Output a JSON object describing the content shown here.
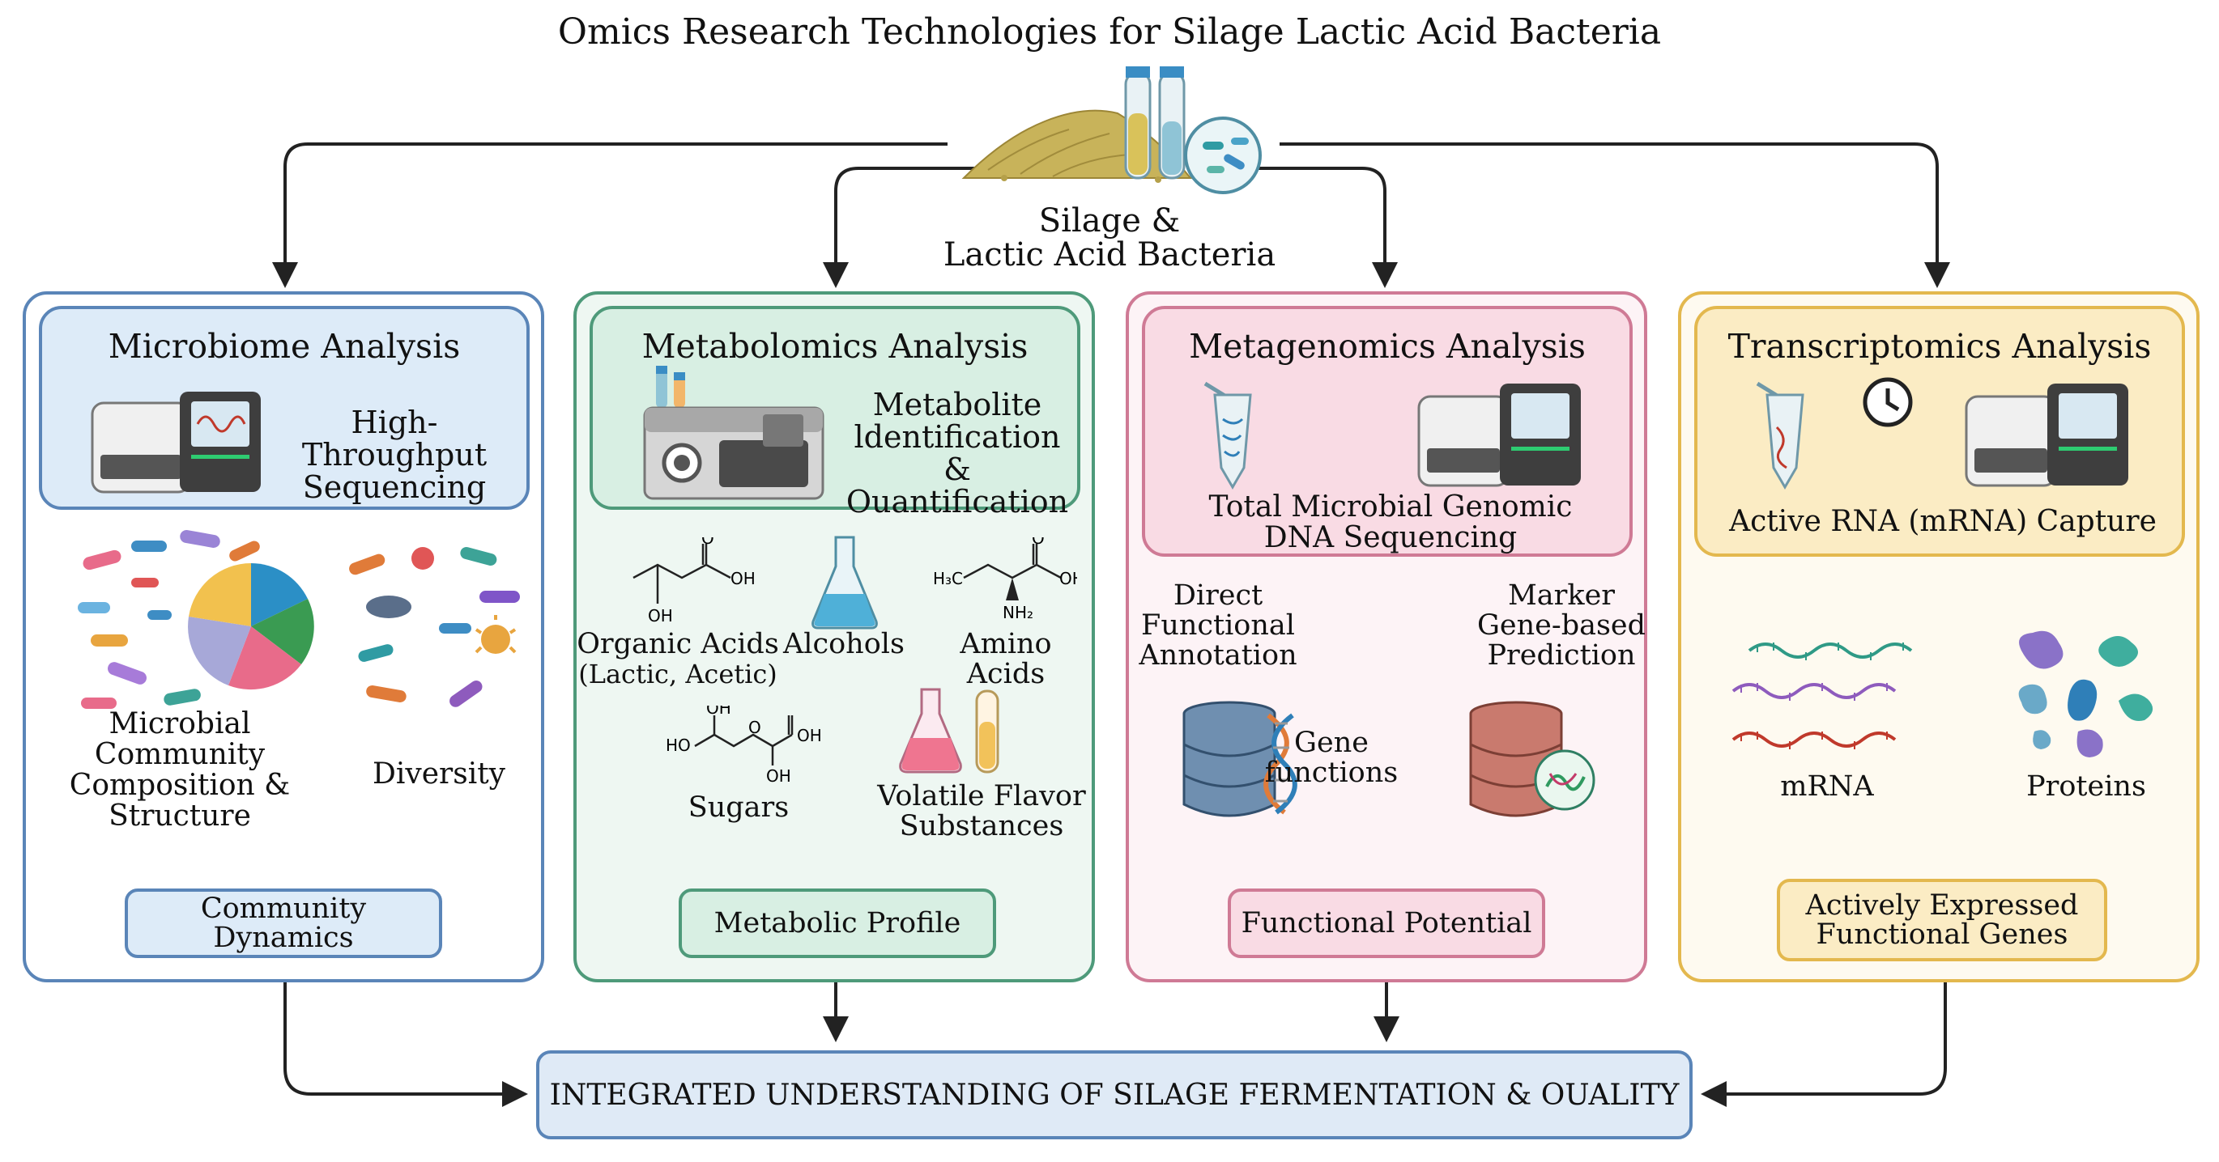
{
  "title": "Omics Research Technologies for Silage Lactic Acid Bacteria",
  "silage_label": [
    "Silage &",
    "Lactic Acid Bacteria"
  ],
  "panels": {
    "microbiome": {
      "title": "Microbiome Analysis",
      "header_text": [
        "High-Throughput",
        "Sequencing"
      ],
      "left_label": [
        "Microbial Community",
        "Composition &",
        "Structure"
      ],
      "right_label": "Diversity",
      "output": "Community Dynamics",
      "colors": {
        "border": "#5a85b8",
        "fill": "#ddebf8"
      }
    },
    "metabolomics": {
      "title": "Metabolomics Analysis",
      "header_text": [
        "Metabolite",
        "ldentification &",
        "Ouantification"
      ],
      "organic_acids": [
        "Organic Acids",
        "(Lactic, Acetic)"
      ],
      "alcohols": "Alcohols",
      "amino_acids": "Amino Acids",
      "sugars": "Sugars",
      "volatile": [
        "Volatile Flavor",
        "Substances"
      ],
      "output": "Metabolic Profile",
      "colors": {
        "border": "#4e9a7a",
        "fill": "#d8efe3",
        "panel_fill": "#eef7f2"
      }
    },
    "metagenomics": {
      "title": "Metagenomics Analysis",
      "header_text": [
        "Total Microbial Genomic",
        "DNA Sequencing"
      ],
      "left_branch": [
        "Direct",
        "Functional",
        "Annotation"
      ],
      "right_branch": [
        "Marker",
        "Gene-based",
        "Prediction"
      ],
      "gene_label": [
        "Gene",
        "functions"
      ],
      "output": "Functional Potential",
      "colors": {
        "border": "#cf7a95",
        "fill": "#f9dbe4",
        "panel_fill": "#fdf3f6"
      }
    },
    "transcriptomics": {
      "title": "Transcriptomics Analysis",
      "header_text": "Active RNA (mRNA) Capture",
      "mrna": "mRNA",
      "proteins": "Proteins",
      "output": [
        "Actively Expressed",
        "Functional Genes"
      ],
      "colors": {
        "border": "#e3b84e",
        "fill": "#fbecc4",
        "panel_fill": "#fefaf0"
      }
    }
  },
  "integrated": "INTEGRATED UNDERSTANDING OF SILAGE FERMENTATION & OUALITY",
  "chem_labels": {
    "oh": "OH",
    "o": "O",
    "nh2": "NH₂",
    "h3c": "H₃C",
    "ho": "HO"
  },
  "icons": [
    "silage-pile-icon",
    "test-tube-icon",
    "bacteria-dish-icon",
    "sequencer-icon",
    "pie-chart-icon",
    "mass-spectrometer-icon",
    "flask-icon",
    "clock-icon",
    "dna-icon",
    "database-icon",
    "protein-icon"
  ]
}
